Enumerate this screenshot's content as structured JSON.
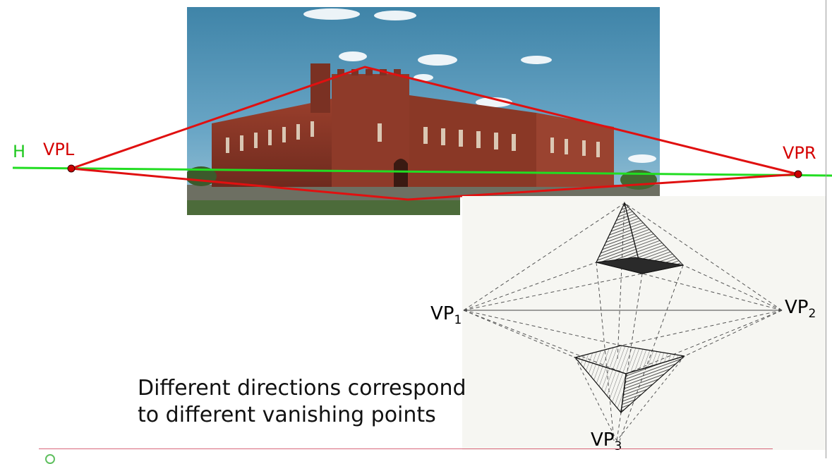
{
  "labels": {
    "horizon": "H",
    "vp_left": "VPL",
    "vp_right": "VPR",
    "vp1": {
      "base": "VP",
      "sub": "1"
    },
    "vp2": {
      "base": "VP",
      "sub": "2"
    },
    "vp3": {
      "base": "VP",
      "sub": "3"
    }
  },
  "caption": {
    "line1": "Different directions correspond",
    "line2": "to different vanishing points"
  },
  "colors": {
    "horizon_line": "#22dd22",
    "perspective_lines": "#e01010",
    "vanishing_point": "#cc0000",
    "sketch_lines": "#555555"
  },
  "icons": {
    "building_photo": "armory-building-photo",
    "sketch": "three-point-perspective-cube-sketch"
  }
}
